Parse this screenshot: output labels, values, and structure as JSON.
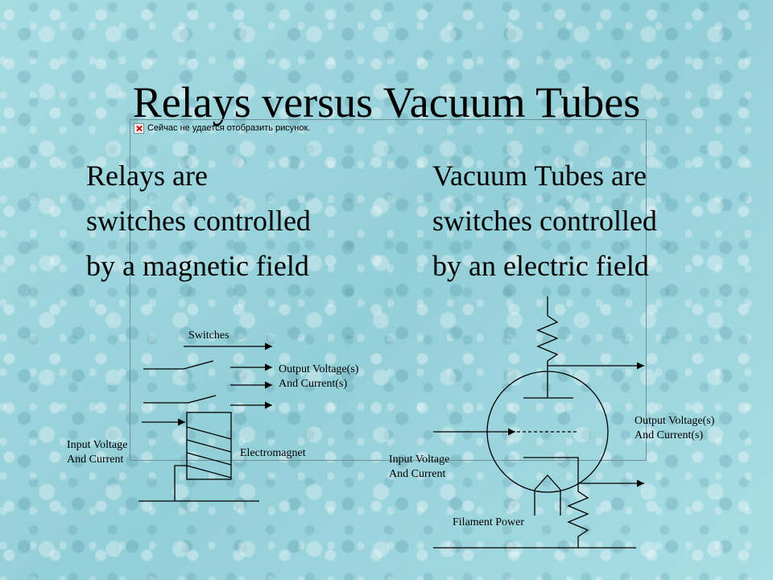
{
  "slide": {
    "title": "Relays versus Vacuum Tubes",
    "image_error_message": "Сейчас не удается отобразить рисунок."
  },
  "left_column": {
    "lines": [
      "Relays are",
      "switches controlled",
      "by a magnetic field"
    ]
  },
  "right_column": {
    "lines": [
      "Vacuum Tubes are",
      "switches controlled",
      "by an electric field"
    ]
  },
  "relay_diagram": {
    "switches_label": "Switches",
    "output_label": [
      "Output Voltage(s)",
      "And Current(s)"
    ],
    "input_label": [
      "Input Voltage",
      "And Current"
    ],
    "electromagnet_label": "Electromagnet"
  },
  "tube_diagram": {
    "output_label": [
      "Output Voltage(s)",
      "And Current(s)"
    ],
    "input_label": [
      "Input Voltage",
      "And Current"
    ],
    "filament_label": "Filament Power"
  },
  "icons": {
    "broken_image": "x-icon"
  }
}
